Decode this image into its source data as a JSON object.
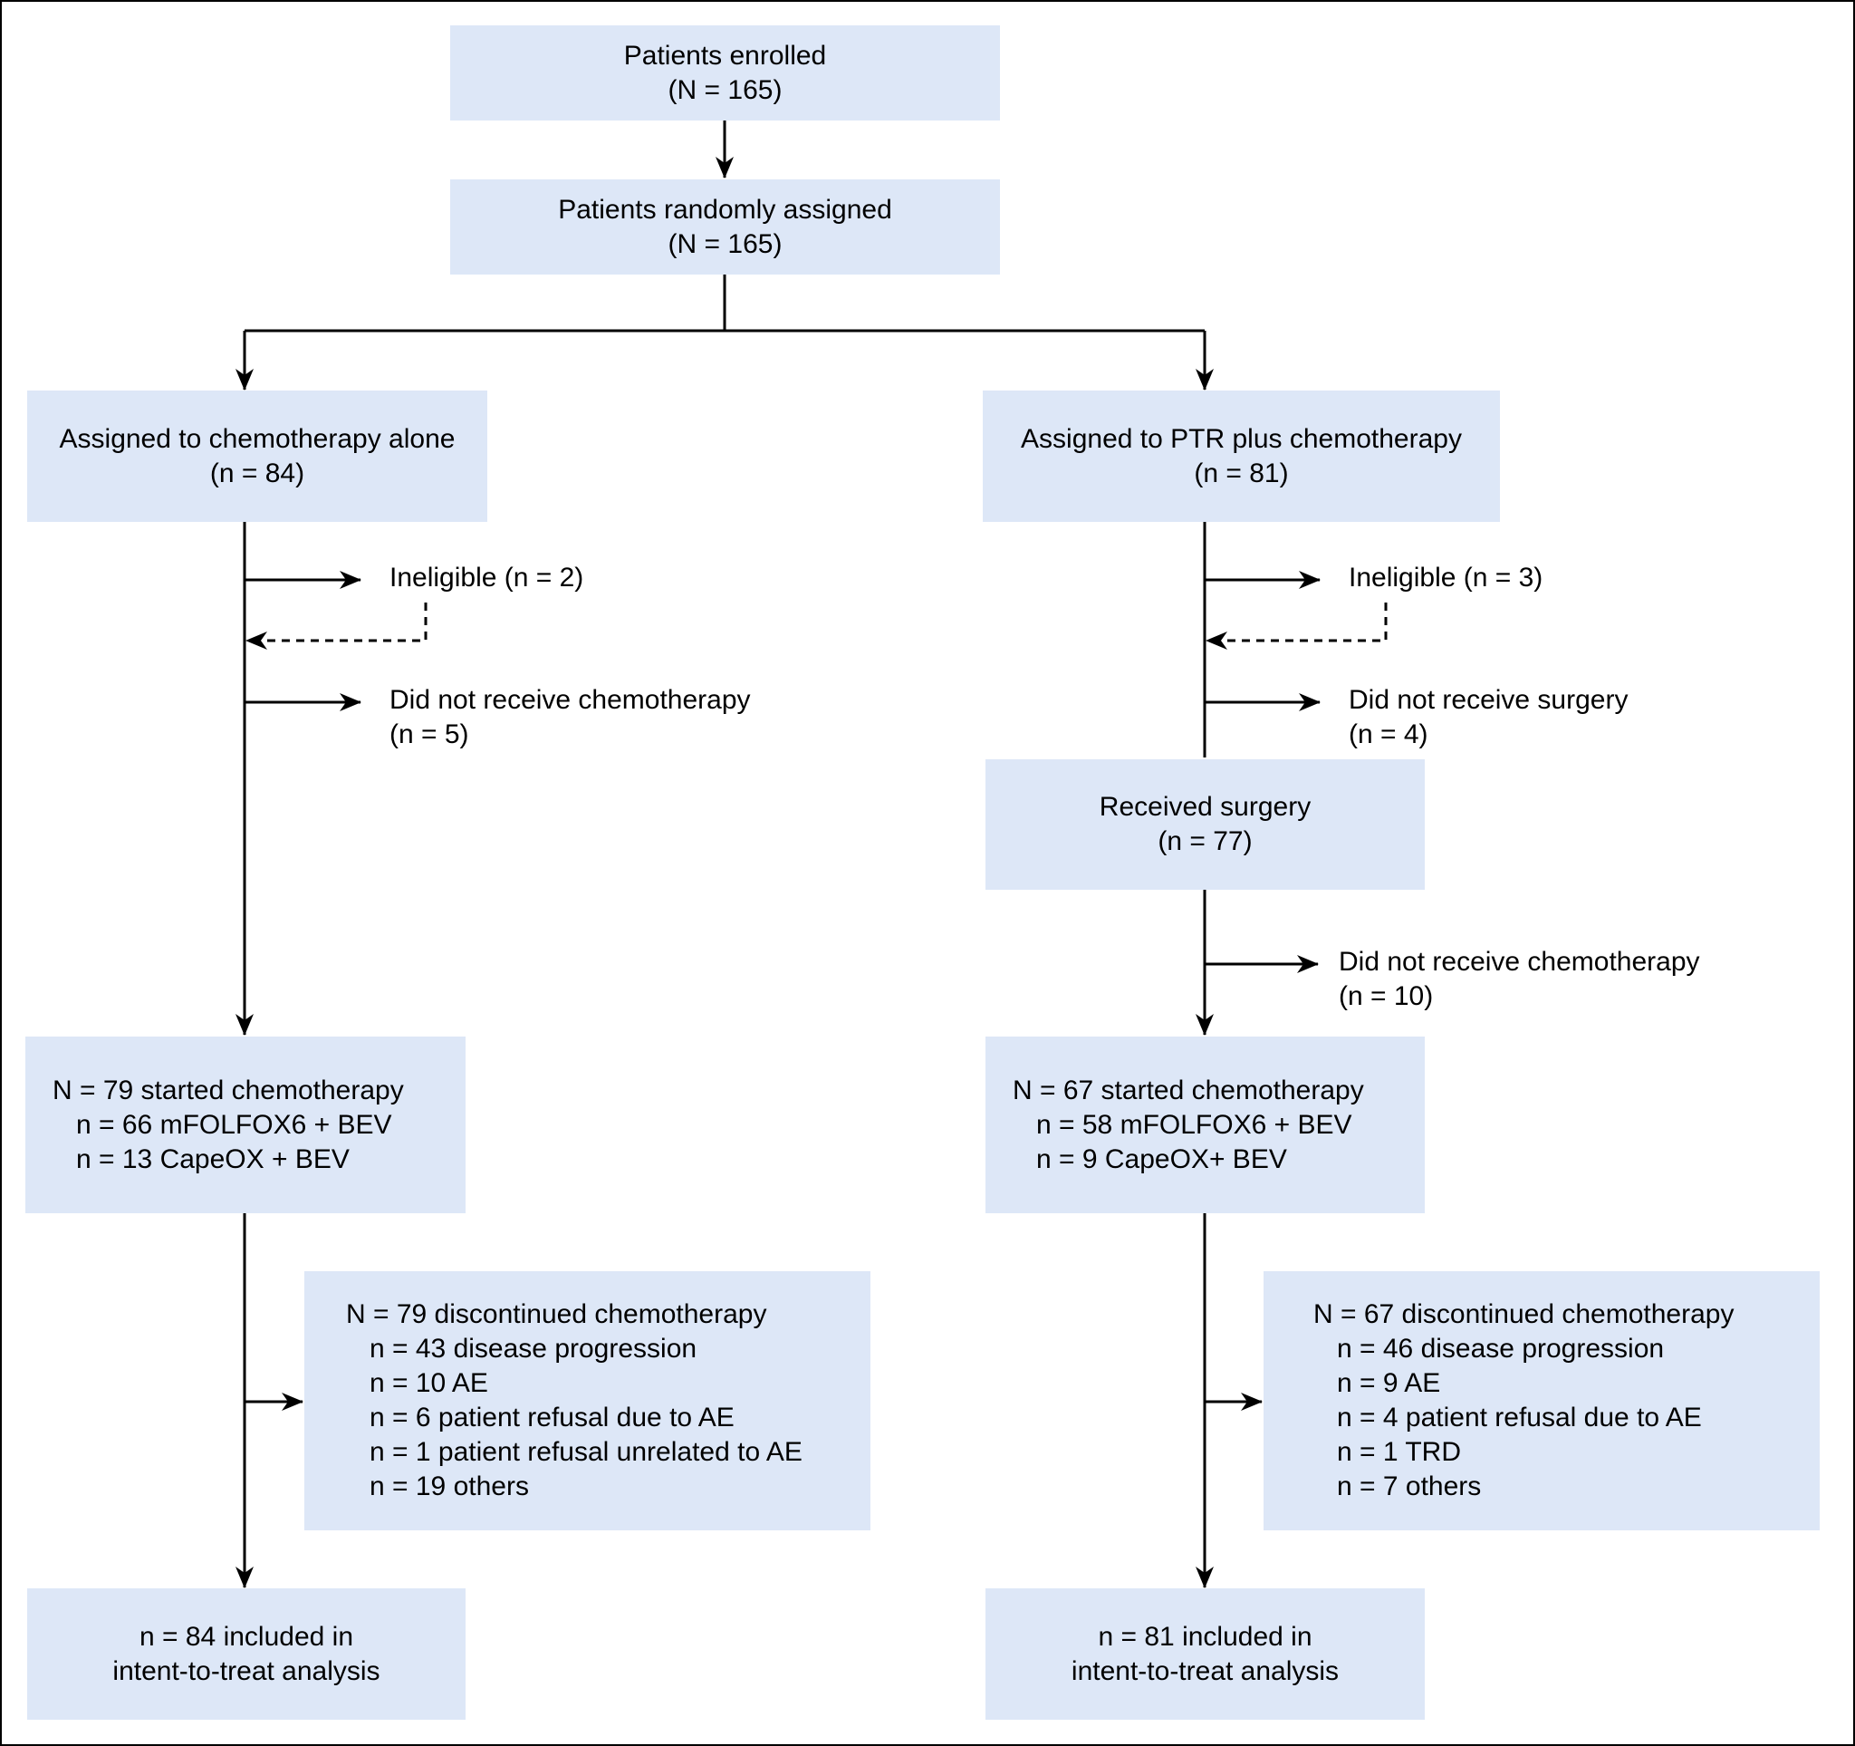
{
  "enrolled": {
    "title": "Patients enrolled",
    "count": "(N = 165)"
  },
  "randomized": {
    "title": "Patients randomly assigned",
    "count": "(N = 165)"
  },
  "left": {
    "assigned": {
      "title": "Assigned to chemotherapy alone",
      "count": "(n = 84)"
    },
    "ineligible": "Ineligible (n = 2)",
    "no_chemo": {
      "line1": "Did not receive chemotherapy",
      "line2": "(n = 5)"
    },
    "started": {
      "line1": "N = 79 started chemotherapy",
      "line2": "n = 66 mFOLFOX6 + BEV",
      "line3": "n = 13 CapeOX + BEV"
    },
    "discontinued": {
      "title": "N = 79 discontinued chemotherapy",
      "items": [
        "n = 43 disease progression",
        "n = 10 AE",
        "n = 6 patient refusal due to AE",
        "n = 1 patient refusal unrelated to AE",
        "n = 19 others"
      ]
    },
    "itt": {
      "line1": "n = 84 included in",
      "line2": "intent-to-treat analysis"
    }
  },
  "right": {
    "assigned": {
      "title": "Assigned to PTR plus chemotherapy",
      "count": "(n = 81)"
    },
    "ineligible": "Ineligible (n = 3)",
    "no_surgery": {
      "line1": "Did not receive surgery",
      "line2": "(n = 4)"
    },
    "surgery": {
      "title": "Received surgery",
      "count": "(n = 77)"
    },
    "no_chemo": {
      "line1": "Did not receive chemotherapy",
      "line2": "(n = 10)"
    },
    "started": {
      "line1": "N = 67 started chemotherapy",
      "line2": "n = 58 mFOLFOX6 + BEV",
      "line3": "n = 9 CapeOX+ BEV"
    },
    "discontinued": {
      "title": "N = 67 discontinued chemotherapy",
      "items": [
        "n = 46 disease progression",
        "n = 9 AE",
        "n = 4 patient refusal due to AE",
        "n = 1 TRD",
        "n = 7 others"
      ]
    },
    "itt": {
      "line1": "n = 81 included in",
      "line2": "intent-to-treat analysis"
    }
  }
}
